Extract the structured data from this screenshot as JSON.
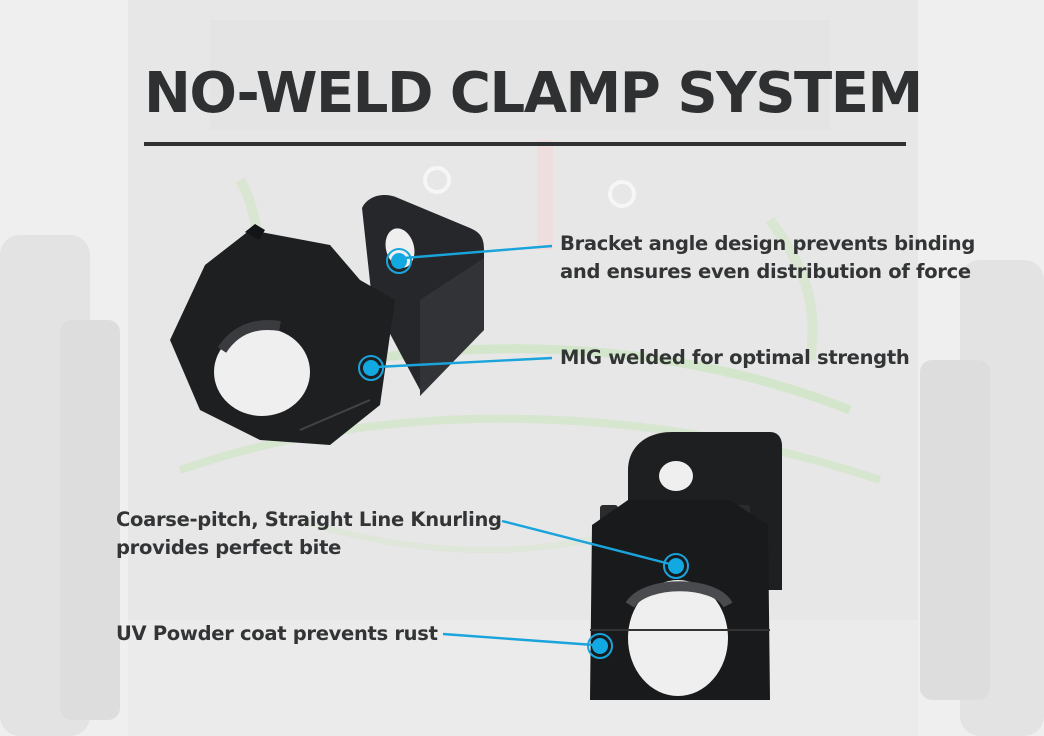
{
  "title": "NO-WELD CLAMP SYSTEM",
  "colors": {
    "accent": "#19a4dc",
    "title_text": "#2f3032",
    "body_text": "#333436",
    "background": "#eeefee",
    "product_black": "#1c1d1f"
  },
  "callouts": [
    {
      "lines": [
        "Bracket angle design prevents binding",
        "and ensures even distribution of force"
      ]
    },
    {
      "lines": [
        "MIG welded for optimal strength"
      ]
    },
    {
      "lines": [
        "Coarse-pitch, Straight Line Knurling",
        "provides perfect bite"
      ]
    },
    {
      "lines": [
        "UV Powder coat prevents rust"
      ]
    }
  ],
  "images": {
    "background": "faded-vehicle-chassis-photo",
    "product_1": "angled-clamp-bracket-photo",
    "product_2": "front-clamp-bracket-photo"
  }
}
